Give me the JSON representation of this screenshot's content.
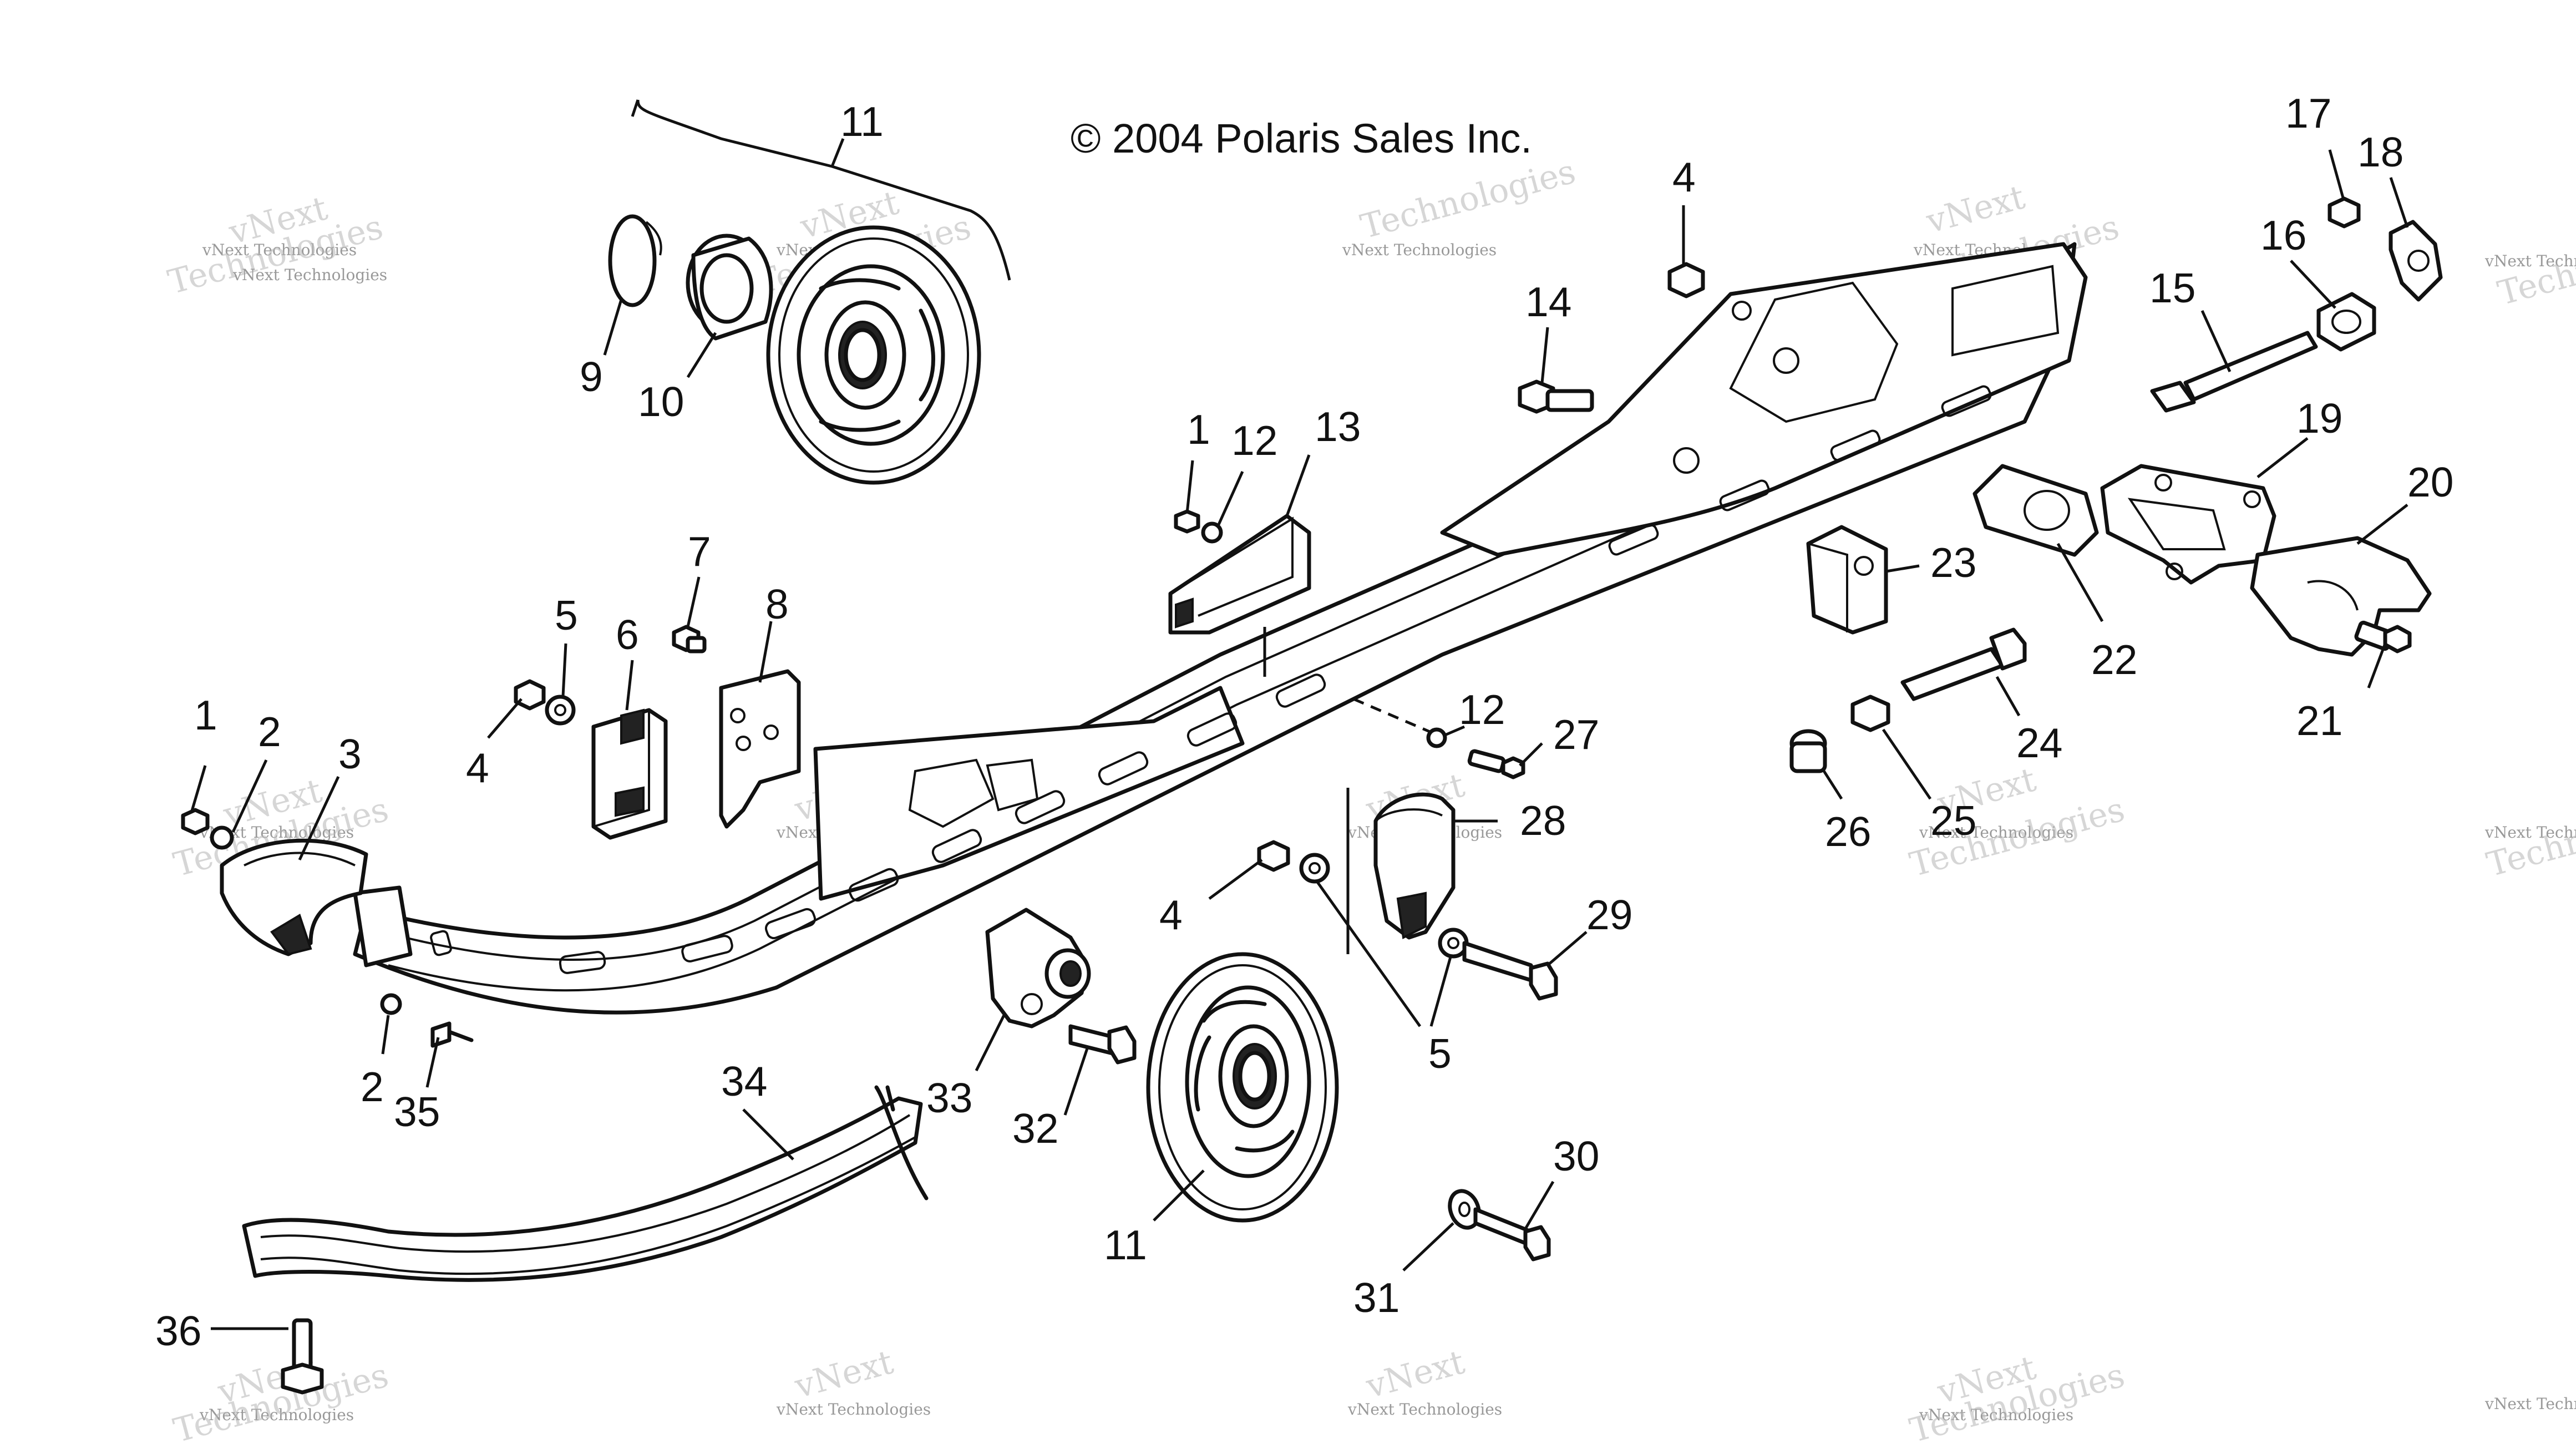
{
  "copyright": "© 2004 Polaris Sales Inc.",
  "watermark": {
    "line1": "vNext Technologies",
    "line2": "vNext",
    "line3": "Technologies"
  },
  "callouts": {
    "c1a": "1",
    "c2a": "2",
    "c3": "3",
    "c4a": "4",
    "c5a": "5",
    "c6": "6",
    "c7": "7",
    "c8": "8",
    "c9": "9",
    "c10": "10",
    "c11a": "11",
    "c1b": "1",
    "c12a": "12",
    "c13": "13",
    "c14": "14",
    "c4b": "4",
    "c15": "15",
    "c16": "16",
    "c17": "17",
    "c18": "18",
    "c19": "19",
    "c20": "20",
    "c21": "21",
    "c22": "22",
    "c23": "23",
    "c24": "24",
    "c25": "25",
    "c26": "26",
    "c12b": "12",
    "c27": "27",
    "c28": "28",
    "c4c": "4",
    "c29": "29",
    "c5b": "5",
    "c2b": "2",
    "c35": "35",
    "c34": "34",
    "c33": "33",
    "c32": "32",
    "c11b": "11",
    "c30": "30",
    "c31": "31",
    "c36": "36"
  }
}
